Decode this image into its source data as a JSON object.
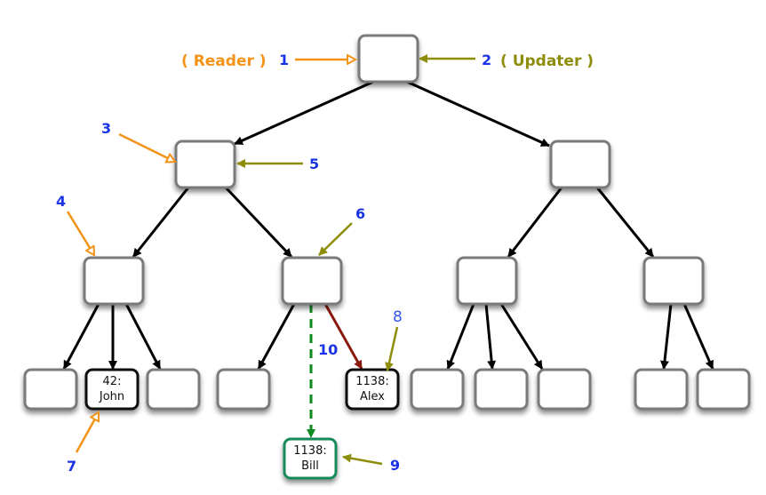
{
  "colors": {
    "edge": "#000000",
    "reader": "#f39317",
    "updater": "#8d8d0a",
    "number": "#1a33e6",
    "new_edge": "#8b1a0e",
    "insert_edge": "#0e8a1e",
    "node_border": "#7a7a7a",
    "highlight_border": "#111111",
    "new_node_border": "#138a5a"
  },
  "roles": {
    "reader": "( Reader )",
    "updater": "( Updater )"
  },
  "nodes": [
    {
      "id": "root",
      "label": []
    },
    {
      "id": "l1",
      "label": []
    },
    {
      "id": "r1",
      "label": []
    },
    {
      "id": "l2a",
      "label": []
    },
    {
      "id": "l2b",
      "label": []
    },
    {
      "id": "r2a",
      "label": []
    },
    {
      "id": "r2b",
      "label": []
    },
    {
      "id": "leaf1",
      "label": []
    },
    {
      "id": "leaf2",
      "label": [
        "42:",
        "John"
      ]
    },
    {
      "id": "leaf3",
      "label": []
    },
    {
      "id": "leaf4",
      "label": []
    },
    {
      "id": "leaf5",
      "label": [
        "1138:",
        "Alex"
      ]
    },
    {
      "id": "leaf6",
      "label": []
    },
    {
      "id": "leaf7",
      "label": []
    },
    {
      "id": "leaf8",
      "label": []
    },
    {
      "id": "leaf9",
      "label": []
    },
    {
      "id": "leaf10",
      "label": []
    },
    {
      "id": "newnode",
      "label": [
        "1138:",
        "Bill"
      ]
    }
  ],
  "edges": [
    {
      "from": "root",
      "to": "l1",
      "kind": "normal"
    },
    {
      "from": "root",
      "to": "r1",
      "kind": "normal"
    },
    {
      "from": "l1",
      "to": "l2a",
      "kind": "normal"
    },
    {
      "from": "l1",
      "to": "l2b",
      "kind": "normal"
    },
    {
      "from": "r1",
      "to": "r2a",
      "kind": "normal"
    },
    {
      "from": "r1",
      "to": "r2b",
      "kind": "normal"
    },
    {
      "from": "l2a",
      "to": "leaf1",
      "kind": "normal"
    },
    {
      "from": "l2a",
      "to": "leaf2",
      "kind": "normal"
    },
    {
      "from": "l2a",
      "to": "leaf3",
      "kind": "normal"
    },
    {
      "from": "l2b",
      "to": "leaf4",
      "kind": "normal"
    },
    {
      "from": "l2b",
      "to": "leaf5",
      "kind": "new"
    },
    {
      "from": "l2b",
      "to": "newnode",
      "kind": "insert"
    },
    {
      "from": "r2a",
      "to": "leaf6",
      "kind": "normal"
    },
    {
      "from": "r2a",
      "to": "leaf7",
      "kind": "normal"
    },
    {
      "from": "r2a",
      "to": "leaf8",
      "kind": "normal"
    },
    {
      "from": "r2b",
      "to": "leaf9",
      "kind": "normal"
    },
    {
      "from": "r2b",
      "to": "leaf10",
      "kind": "normal"
    }
  ],
  "step_labels": {
    "s1": "1",
    "s2": "2",
    "s3": "3",
    "s4": "4",
    "s5": "5",
    "s6": "6",
    "s7": "7",
    "s8": "8",
    "s9": "9",
    "s10": "10"
  },
  "pointers": [
    {
      "step": "1",
      "role": "reader",
      "target": "root"
    },
    {
      "step": "2",
      "role": "updater",
      "target": "root"
    },
    {
      "step": "3",
      "role": "reader",
      "target": "l1"
    },
    {
      "step": "4",
      "role": "reader",
      "target": "l2a"
    },
    {
      "step": "5",
      "role": "updater",
      "target": "l1"
    },
    {
      "step": "6",
      "role": "updater",
      "target": "l2b"
    },
    {
      "step": "7",
      "role": "reader",
      "target": "leaf2"
    },
    {
      "step": "8",
      "role": "updater",
      "target": "leaf5"
    },
    {
      "step": "9",
      "role": "updater",
      "target": "newnode"
    }
  ]
}
